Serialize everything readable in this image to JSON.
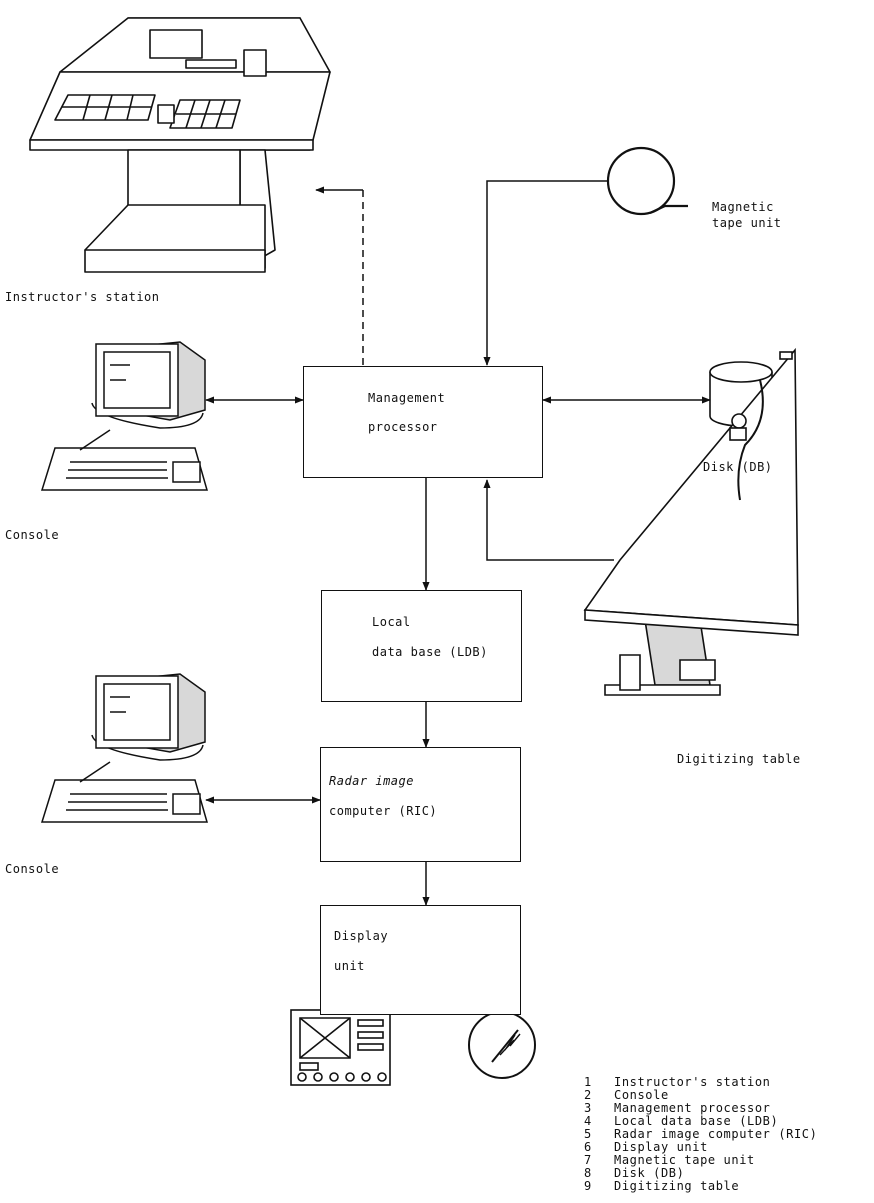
{
  "blocks": {
    "management_processor": {
      "line1": "Management",
      "line2": "processor"
    },
    "local_data_base": {
      "line1": "Local",
      "line2": "data base (LDB)"
    },
    "radar_image_computer": {
      "line1": "Radar image",
      "line2": "computer (RIC)"
    },
    "display_unit": {
      "line1": "Display",
      "line2": "unit"
    }
  },
  "labels": {
    "instructor_station": "Instructor's station",
    "magnetic_tape_line1": "Magnetic",
    "magnetic_tape_line2": "tape unit",
    "disk": "Disk (DB)",
    "console_upper": "Console",
    "console_lower": "Console",
    "digitizing_table": "Digitizing table"
  },
  "legend": [
    {
      "num": "1",
      "text": "Instructor's station"
    },
    {
      "num": "2",
      "text": "Console"
    },
    {
      "num": "3",
      "text": "Management processor"
    },
    {
      "num": "4",
      "text": "Local data base (LDB)"
    },
    {
      "num": "5",
      "text": "Radar image computer (RIC)"
    },
    {
      "num": "6",
      "text": "Display unit"
    },
    {
      "num": "7",
      "text": "Magnetic tape unit"
    },
    {
      "num": "8",
      "text": "Disk (DB)"
    },
    {
      "num": "9",
      "text": "Digitizing table"
    }
  ],
  "colors": {
    "ink": "#111111",
    "paper": "#ffffff",
    "shade": "#d8d8d8"
  }
}
